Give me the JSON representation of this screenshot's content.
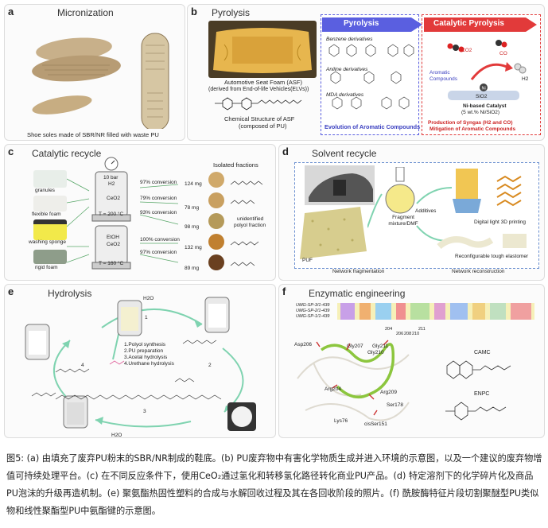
{
  "panels": {
    "a": {
      "letter": "a",
      "title": "Micronization",
      "caption": "Shoe soles made of SBR/NR filled with waste PU"
    },
    "b": {
      "letter": "b",
      "title": "Pyrolysis",
      "asf_caption_1": "Automotive Seat Foam (ASF)",
      "asf_caption_2": "(derived from End-of-life Vehicles(ELVs))",
      "structure_caption_1": "Chemical Structure of ASF",
      "structure_caption_2": "(composed of PU)",
      "pyrolysis_arrow": "Pyrolysis",
      "catalytic_arrow": "Catalytic Pyrolysis",
      "benzene": "Benzene derivatives",
      "aniline": "Aniline derivatives",
      "mda": "MDA derivatives",
      "evolution": "Evolution of Aromatic Compounds",
      "co2": "CO2",
      "co": "CO",
      "h2": "H2",
      "aromatic": "Aromatic Compounds",
      "sio2": "SiO2",
      "catalyst_1": "Ni-based Catalyst",
      "catalyst_2": "(5 wt.% Ni/SiO2)",
      "production_1": "Production of Syngas (H2 and CO)",
      "production_2": "Mitigation of Aromatic Compounds"
    },
    "c": {
      "letter": "c",
      "title": "Catalytic recycle",
      "sources": [
        "granules",
        "flexible foam",
        "washing sponge",
        "rigid foam"
      ],
      "reactor1": [
        "10 bar",
        "H2",
        "CeO2",
        "T = 200 °C"
      ],
      "reactor2": [
        "EtOH",
        "CeO2",
        "T = 160 °C"
      ],
      "conversions": [
        "97% conversion",
        "79% conversion",
        "93% conversion",
        "100% conversion",
        "97% conversion"
      ],
      "isolated": "Isolated fractions",
      "masses": [
        "124 mg",
        "78 mg",
        "98 mg",
        "132 mg",
        "89 mg"
      ],
      "unidentified_1": "unidentified",
      "unidentified_2": "polyol fraction"
    },
    "d": {
      "letter": "d",
      "title": "Solvent recycle",
      "fragment": "Fragment mixture/DMF",
      "additives": "Additives",
      "puf": "PUF",
      "printing": "Digital light 3D printing",
      "elastomer": "Reconfigurable tough elastomer",
      "network_frag": "Network fragmentation",
      "network_recon": "Network reconstruction"
    },
    "e": {
      "letter": "e",
      "title": "Hydrolysis",
      "steps": [
        "1.Polyol synthesis",
        "2.PU preparation",
        "3.Acetal hydrolysis",
        "4.Urethane hydrolysis"
      ],
      "h2o": "H2O",
      "nums": [
        "1",
        "2",
        "3",
        "4"
      ]
    },
    "f": {
      "letter": "f",
      "title": "Enzymatic engineering",
      "seq_labels": [
        "UMG-SP-3/1-439",
        "UMG-SP-2/1-439",
        "UMG-SP-1/1-439"
      ],
      "positions": [
        "204",
        "206",
        "208",
        "210",
        "211"
      ],
      "residues": [
        "Asp206",
        "Gly207",
        "Gly211",
        "Gly210",
        "Arg204",
        "Arg209",
        "Ser178",
        "Lys76",
        "cisSer151"
      ],
      "camc": "CAMC",
      "enpc": "ENPC"
    }
  },
  "caption": "图5: (a) 由填充了废弃PU粉末的SBR/NR制成的鞋底。(b) PU废弃物中有害化学物质生成并进入环境的示意图，以及一个建议的废弃物增值可持续处理平台。(c) 在不同反应条件下，使用CeO₂通过氢化和转移氢化路径转化商业PU产品。(d) 特定溶剂下的化学碎片化及商品PU泡沫的升级再造机制。(e) 聚氨酯热固性塑料的合成与水解回收过程及其在各回收阶段的照片。(f) 酰胺酶特征片段切割聚醚型PU类似物和线性聚酯型PU中氨酯键的示意图。",
  "colors": {
    "blue_arrow": "#5a5fe0",
    "red_arrow": "#e23a3a",
    "teal_arrow": "#7fd3b0",
    "foam": "#e7b64e"
  }
}
